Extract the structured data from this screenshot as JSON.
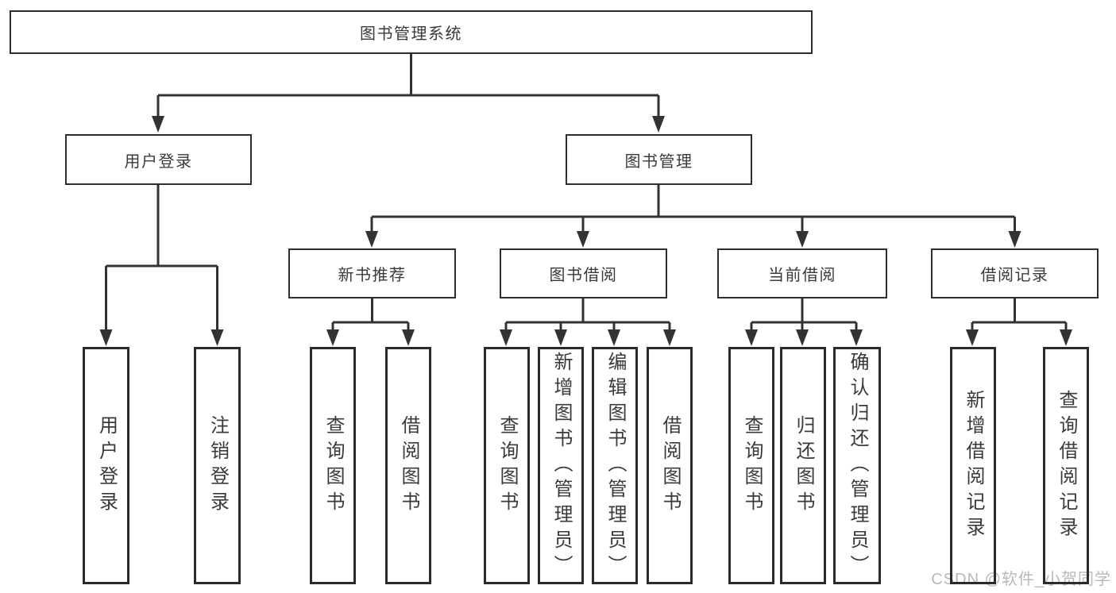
{
  "diagram": {
    "root": {
      "label": "图书管理系统"
    },
    "branches": [
      {
        "label": "用户登录",
        "leaves": [
          {
            "label": "用户登录"
          },
          {
            "label": "注销登录"
          }
        ]
      },
      {
        "label": "图书管理",
        "groups": [
          {
            "label": "新书推荐",
            "leaves": [
              {
                "label": "查询图书"
              },
              {
                "label": "借阅图书"
              }
            ]
          },
          {
            "label": "图书借阅",
            "leaves": [
              {
                "label": "查询图书"
              },
              {
                "label": "新增图书（管理员）"
              },
              {
                "label": "编辑图书（管理员）"
              },
              {
                "label": "借阅图书"
              }
            ]
          },
          {
            "label": "当前借阅",
            "leaves": [
              {
                "label": "查询图书"
              },
              {
                "label": "归还图书"
              },
              {
                "label": "确认归还（管理员）"
              }
            ]
          },
          {
            "label": "借阅记录",
            "leaves": [
              {
                "label": "新增借阅记录"
              },
              {
                "label": "查询借阅记录"
              }
            ]
          }
        ]
      }
    ]
  },
  "watermark": {
    "text": "CSDN @软件_小贺同学",
    "color": "#b8b8b8"
  },
  "colors": {
    "line": "#333333",
    "box_border": "#2e2e2e",
    "text": "#3a3a3a",
    "background": "#ffffff"
  }
}
